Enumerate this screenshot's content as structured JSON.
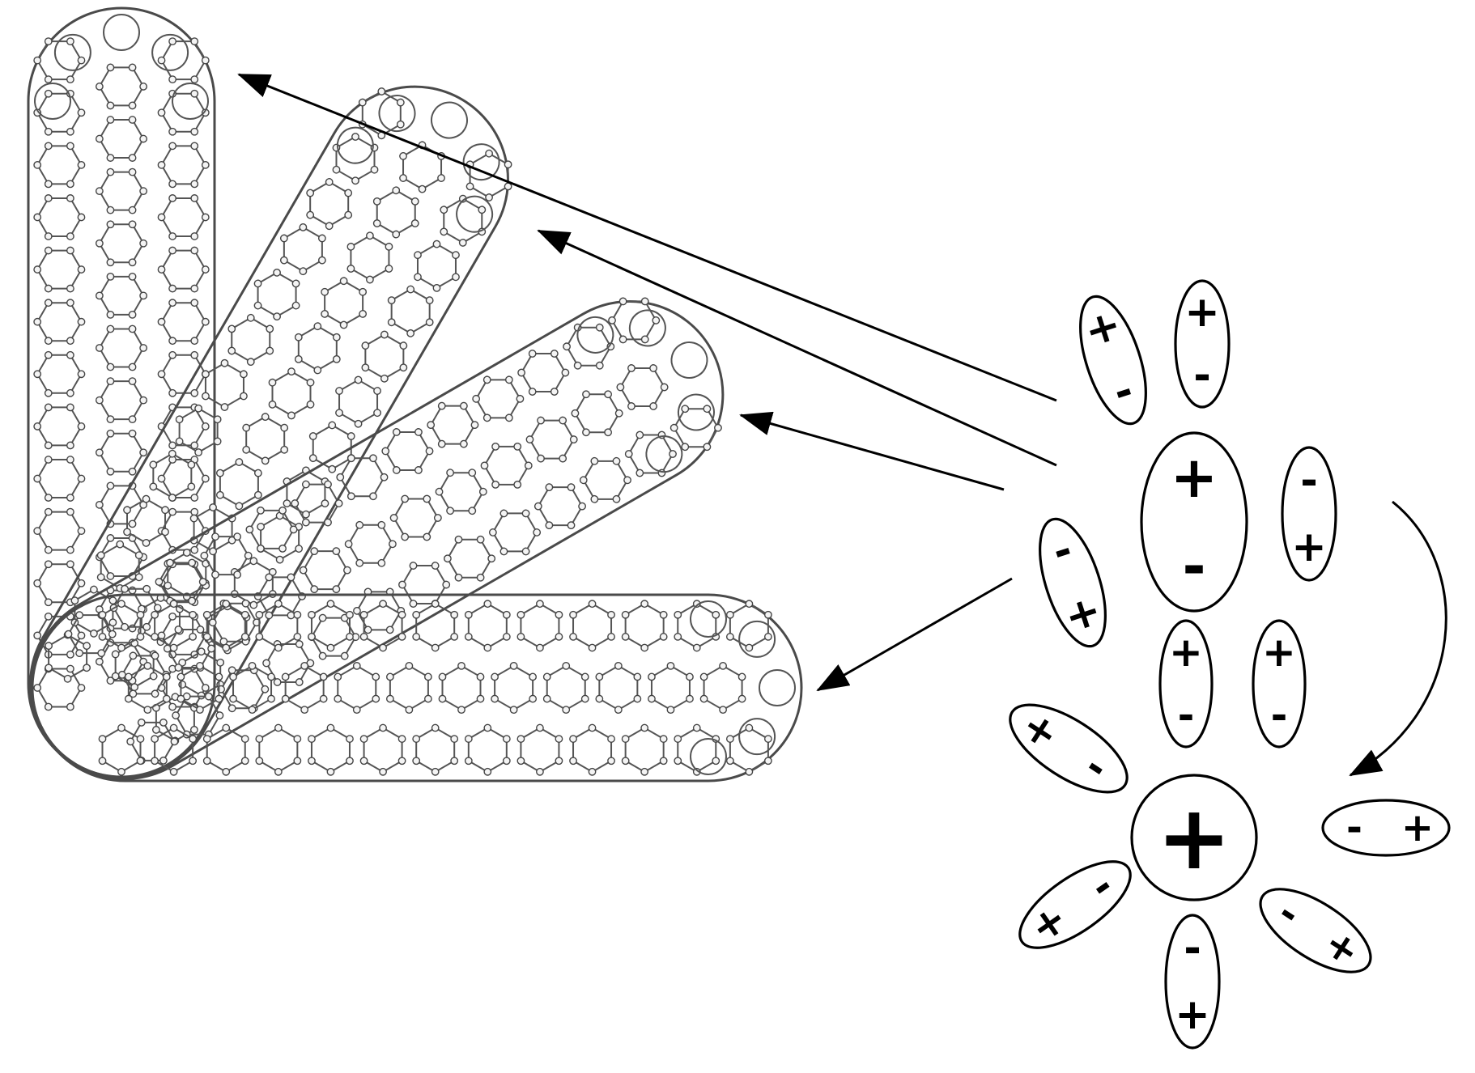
{
  "figure": {
    "plus_symbol": "+",
    "minus_symbol": "-",
    "nanotube_count": 4,
    "tube_orientations_deg": [
      90,
      60,
      30,
      0
    ],
    "colors": {
      "line": "#000000",
      "atom_fill": "#f4f4f4",
      "atom_stroke": "#444444"
    }
  }
}
